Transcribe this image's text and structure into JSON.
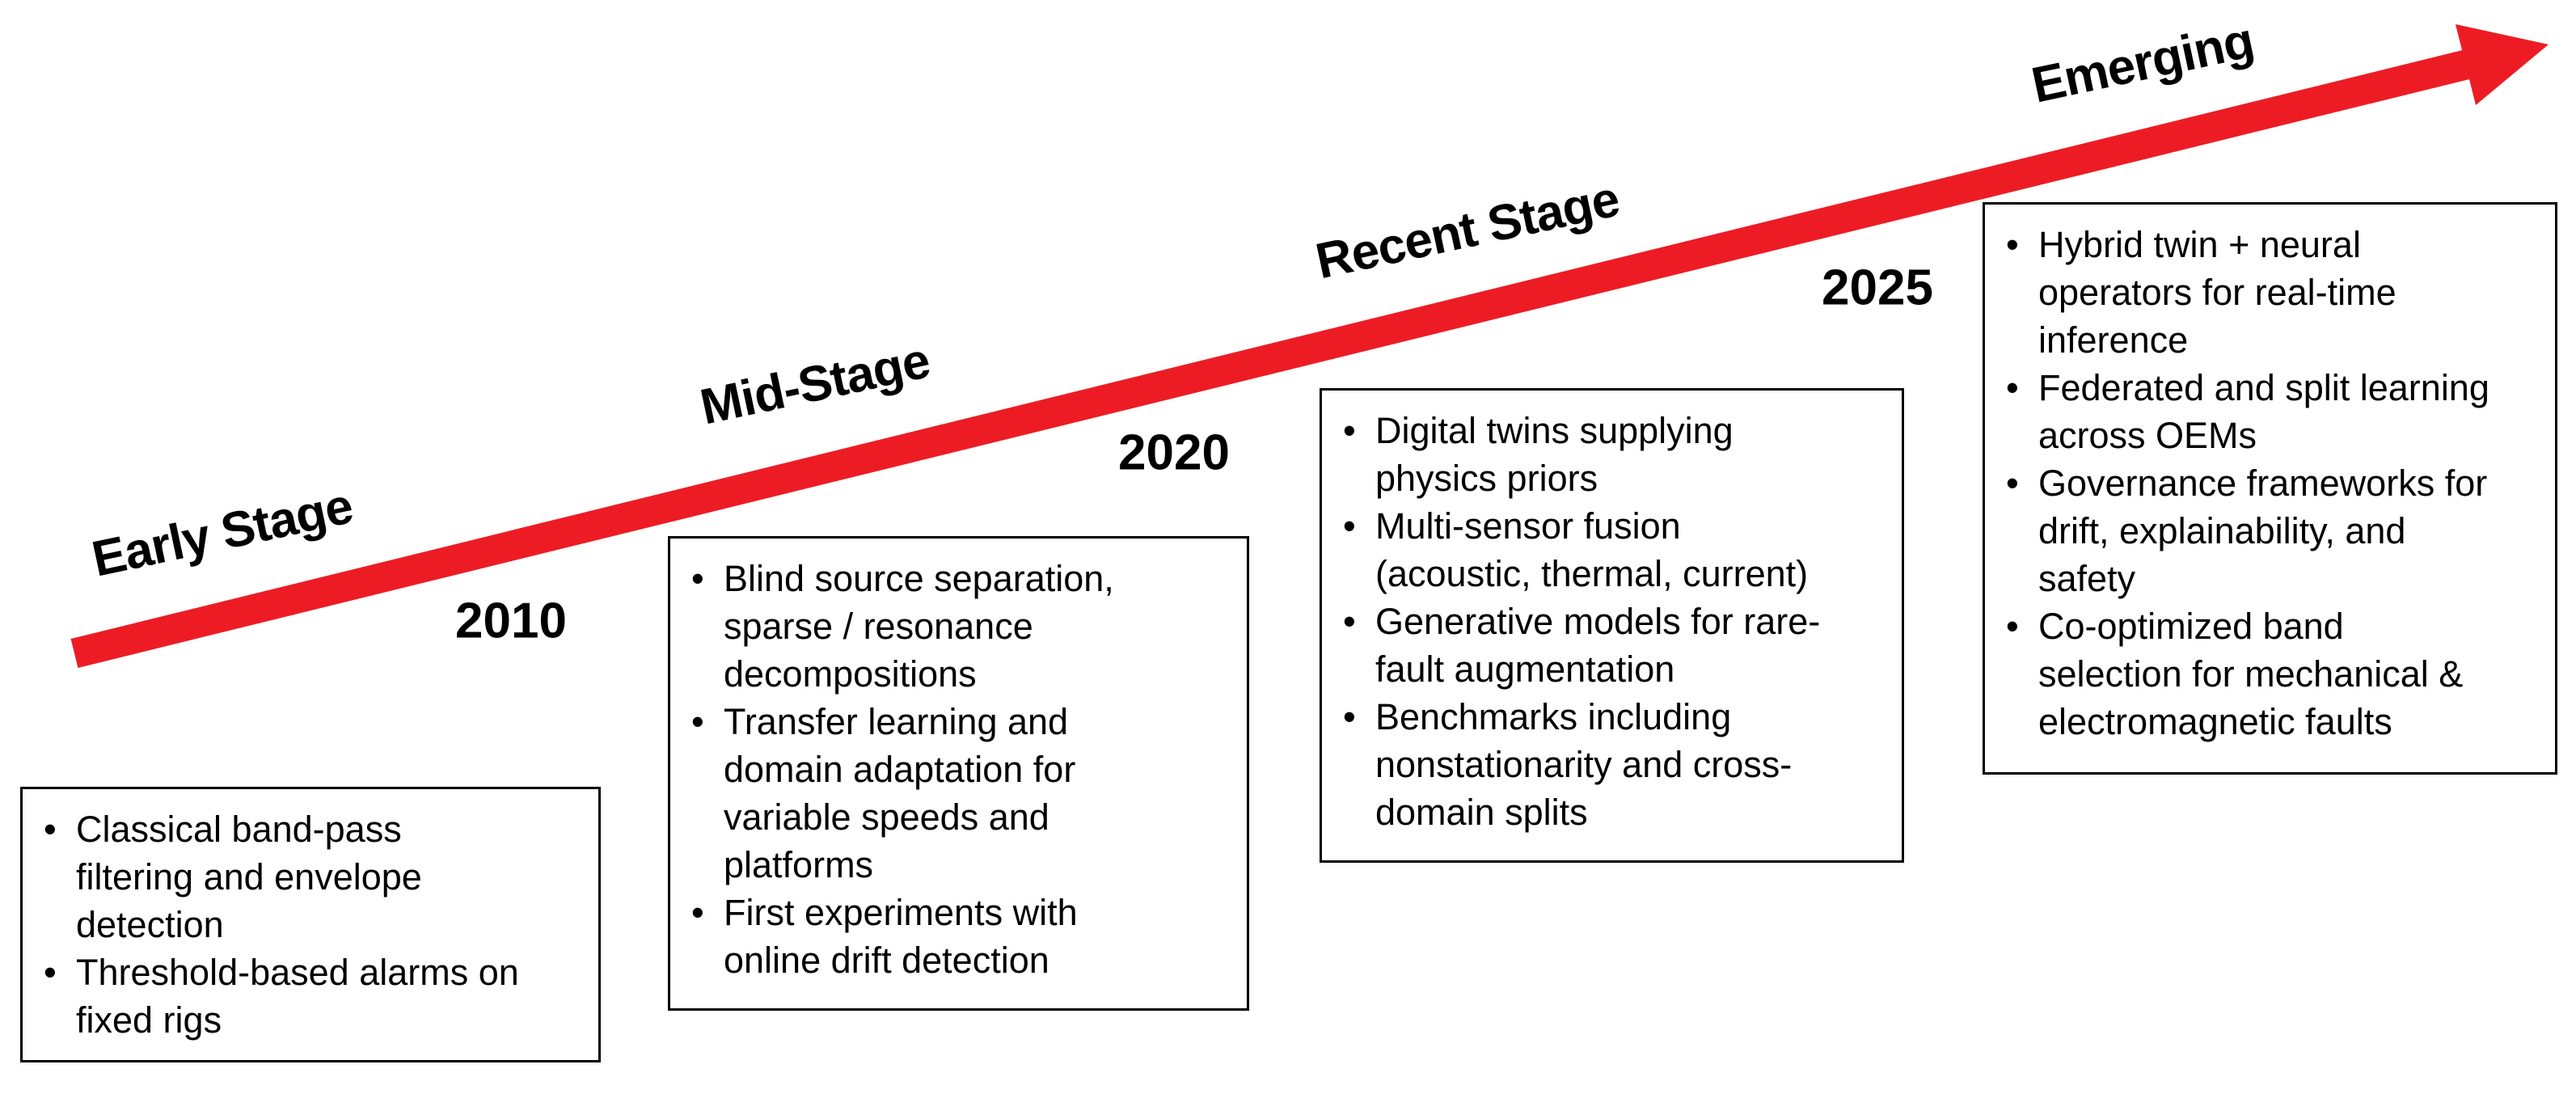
{
  "arrow": {
    "color": "#ED1C24",
    "direction": "up-right"
  },
  "stage_labels": [
    "Early Stage",
    "Mid-Stage",
    "Recent Stage",
    "Emerging"
  ],
  "year_labels": [
    "2010",
    "2020",
    "2025"
  ],
  "boxes": [
    {
      "bullets": [
        "Classical band-pass\nfiltering and envelope\ndetection",
        "Threshold-based alarms on\nfixed rigs"
      ]
    },
    {
      "bullets": [
        "Blind source separation,\nsparse / resonance\ndecompositions",
        "Transfer learning and\ndomain adaptation for\nvariable speeds and\nplatforms",
        "First experiments with\nonline drift detection"
      ]
    },
    {
      "bullets": [
        "Digital twins supplying\nphysics priors",
        "Multi-sensor fusion\n(acoustic, thermal, current)",
        "Generative models for rare-\nfault augmentation",
        "Benchmarks including\nnonstationarity and cross-\ndomain splits"
      ]
    },
    {
      "bullets": [
        "Hybrid twin + neural\noperators for real-time\ninference",
        "Federated and split learning\nacross OEMs",
        "Governance frameworks for\ndrift, explainability, and\nsafety",
        "Co-optimized band\nselection for mechanical &\nelectromagnetic faults"
      ]
    }
  ]
}
